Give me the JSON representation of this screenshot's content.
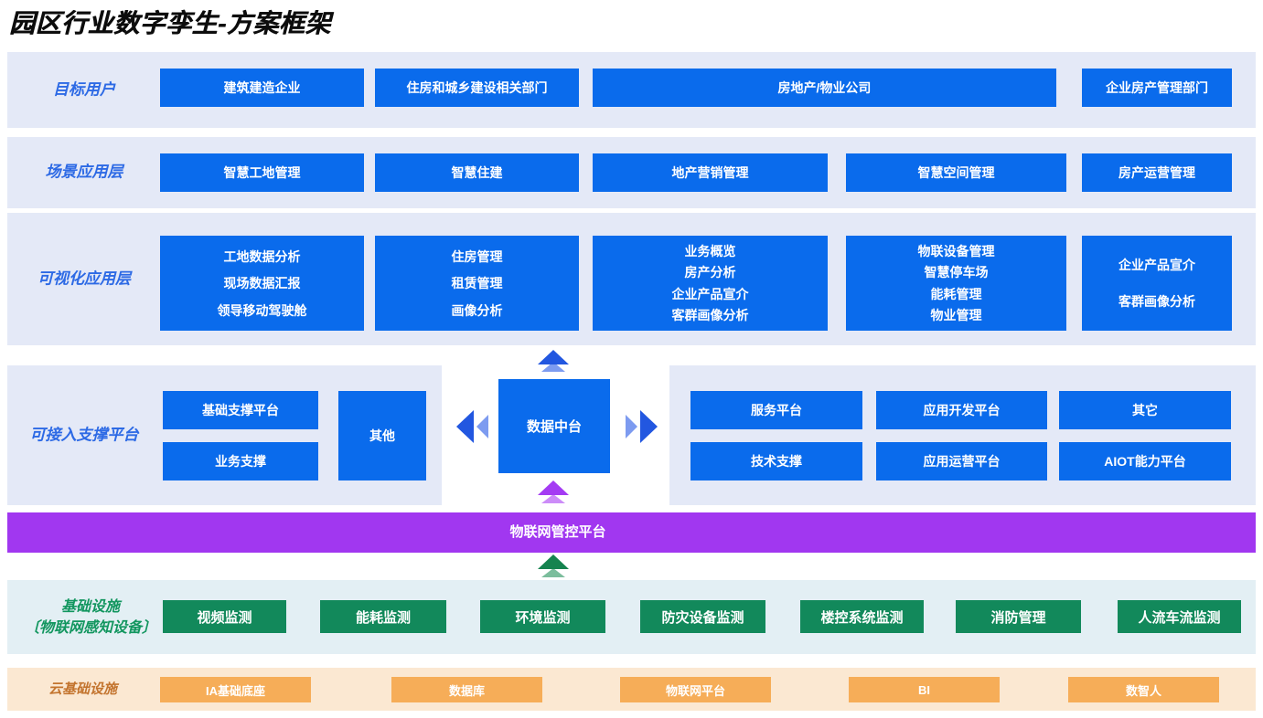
{
  "title": "园区行业数字孪生-方案框架",
  "colors": {
    "primary_blue": "#0A6BEC",
    "label_blue": "#2D6AE5",
    "band_bg_lavender": "#E4E9F7",
    "arrow_blue_dark": "#2257E0",
    "arrow_blue_light": "#7D9BF0",
    "purple_bar": "#A137F0",
    "purple_arrow": "#A43BF3",
    "green_button": "#12895B",
    "green_label": "#12965F",
    "green_arrow": "#15834F",
    "infra_band_bg": "#E3EFF4",
    "orange_button": "#F6AD58",
    "orange_label": "#C3742E",
    "cloud_band_bg": "#FBE8D2"
  },
  "rows": {
    "users": {
      "label": "目标用户",
      "buttons": [
        "建筑建造企业",
        "住房和城乡建设相关部门",
        "房地产/物业公司",
        "企业房产管理部门"
      ]
    },
    "scene": {
      "label": "场景应用层",
      "buttons": [
        "智慧工地管理",
        "智慧住建",
        "地产营销管理",
        "智慧空间管理",
        "房产运营管理"
      ]
    },
    "visual": {
      "label": "可视化应用层",
      "cards": [
        {
          "items": [
            "工地数据分析",
            "现场数据汇报",
            "领导移动驾驶舱"
          ]
        },
        {
          "items": [
            "住房管理",
            "租赁管理",
            "画像分析"
          ]
        },
        {
          "items": [
            "业务概览",
            "房产分析",
            "企业产品宣介",
            "客群画像分析"
          ]
        },
        {
          "items": [
            "物联设备管理",
            "智慧停车场",
            "能耗管理",
            "物业管理"
          ]
        },
        {
          "items": [
            "企业产品宣介",
            "客群画像分析"
          ]
        }
      ]
    },
    "platform": {
      "label": "可接入支撑平台",
      "left_buttons": [
        "基础支撑平台",
        "业务支撑",
        "其他"
      ],
      "hub": "数据中台",
      "right_buttons": [
        "服务平台",
        "应用开发平台",
        "其它",
        "技术支撑",
        "应用运营平台",
        "AIOT能力平台"
      ]
    },
    "iot_bar": {
      "label": "物联网管控平台"
    },
    "infra": {
      "label_line1": "基础设施",
      "label_line2": "〔物联网感知设备〕",
      "buttons": [
        "视频监测",
        "能耗监测",
        "环境监测",
        "防灾设备监测",
        "楼控系统监测",
        "消防管理",
        "人流车流监测"
      ]
    },
    "cloud": {
      "label": "云基础设施",
      "buttons": [
        "IA基础底座",
        "数据库",
        "物联网平台",
        "BI",
        "数智人"
      ]
    }
  }
}
